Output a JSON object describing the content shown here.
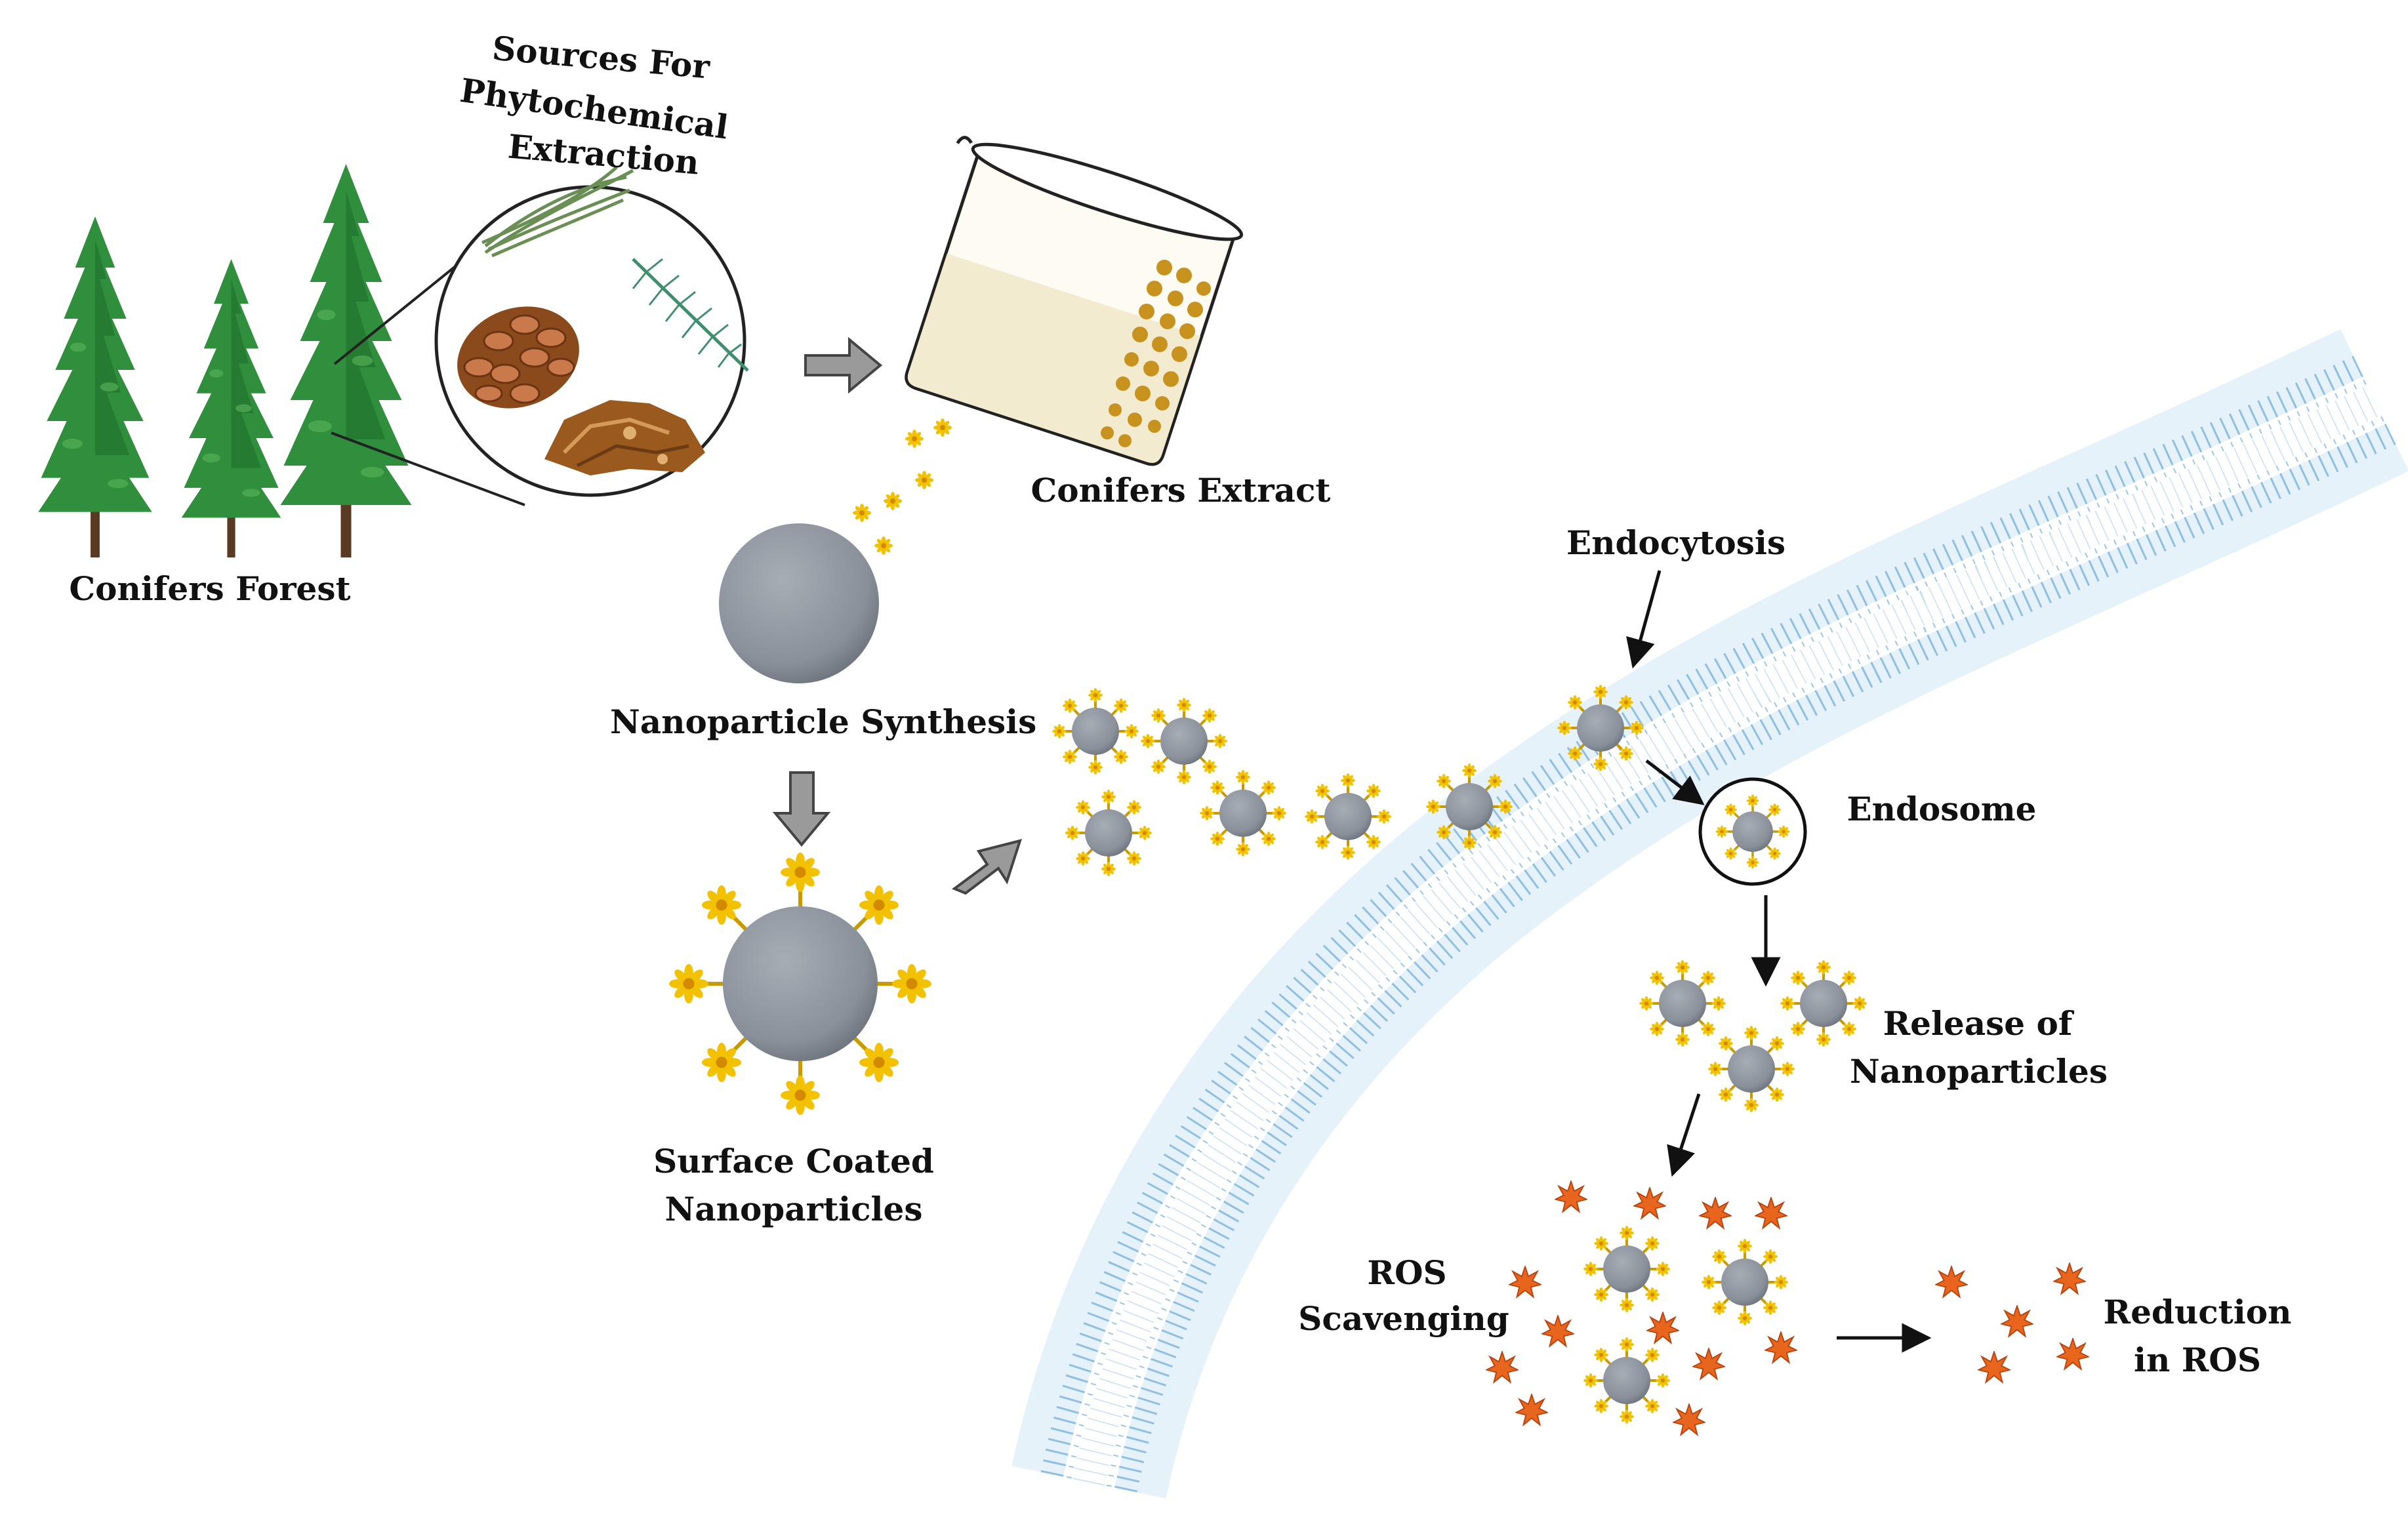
{
  "labels": {
    "sources_line1": "Sources For",
    "sources_line2": "Phytochemical",
    "sources_line3": "Extraction",
    "conifers_forest": "Conifers Forest",
    "conifers_extract": "Conifers Extract",
    "nanoparticle_synthesis": "Nanoparticle Synthesis",
    "surface_coated_line1": "Surface Coated",
    "surface_coated_line2": "Nanoparticles",
    "endocytosis": "Endocytosis",
    "endosome": "Endosome",
    "release_line1": "Release of",
    "release_line2": "Nanoparticles",
    "ros_line1": "ROS",
    "ros_line2": "Scavenging",
    "reduction_line1": "Reduction",
    "reduction_line2": "in ROS"
  },
  "colors": {
    "tree_green": "#2f8f3c",
    "tree_dark": "#1f6b2a",
    "trunk": "#5a3a22",
    "nanoparticle": "#8a9099",
    "phytochemical": "#f2c200",
    "membrane": "#8fbfe3",
    "ros": "#e8651e",
    "arrow_fill": "#9a9a9a"
  },
  "icons": [
    "tree-icon",
    "pine-needles-icon",
    "pine-cone-icon",
    "spruce-twig-icon",
    "bark-icon",
    "beaker-icon",
    "nanoparticle-icon",
    "ros-star-icon"
  ]
}
